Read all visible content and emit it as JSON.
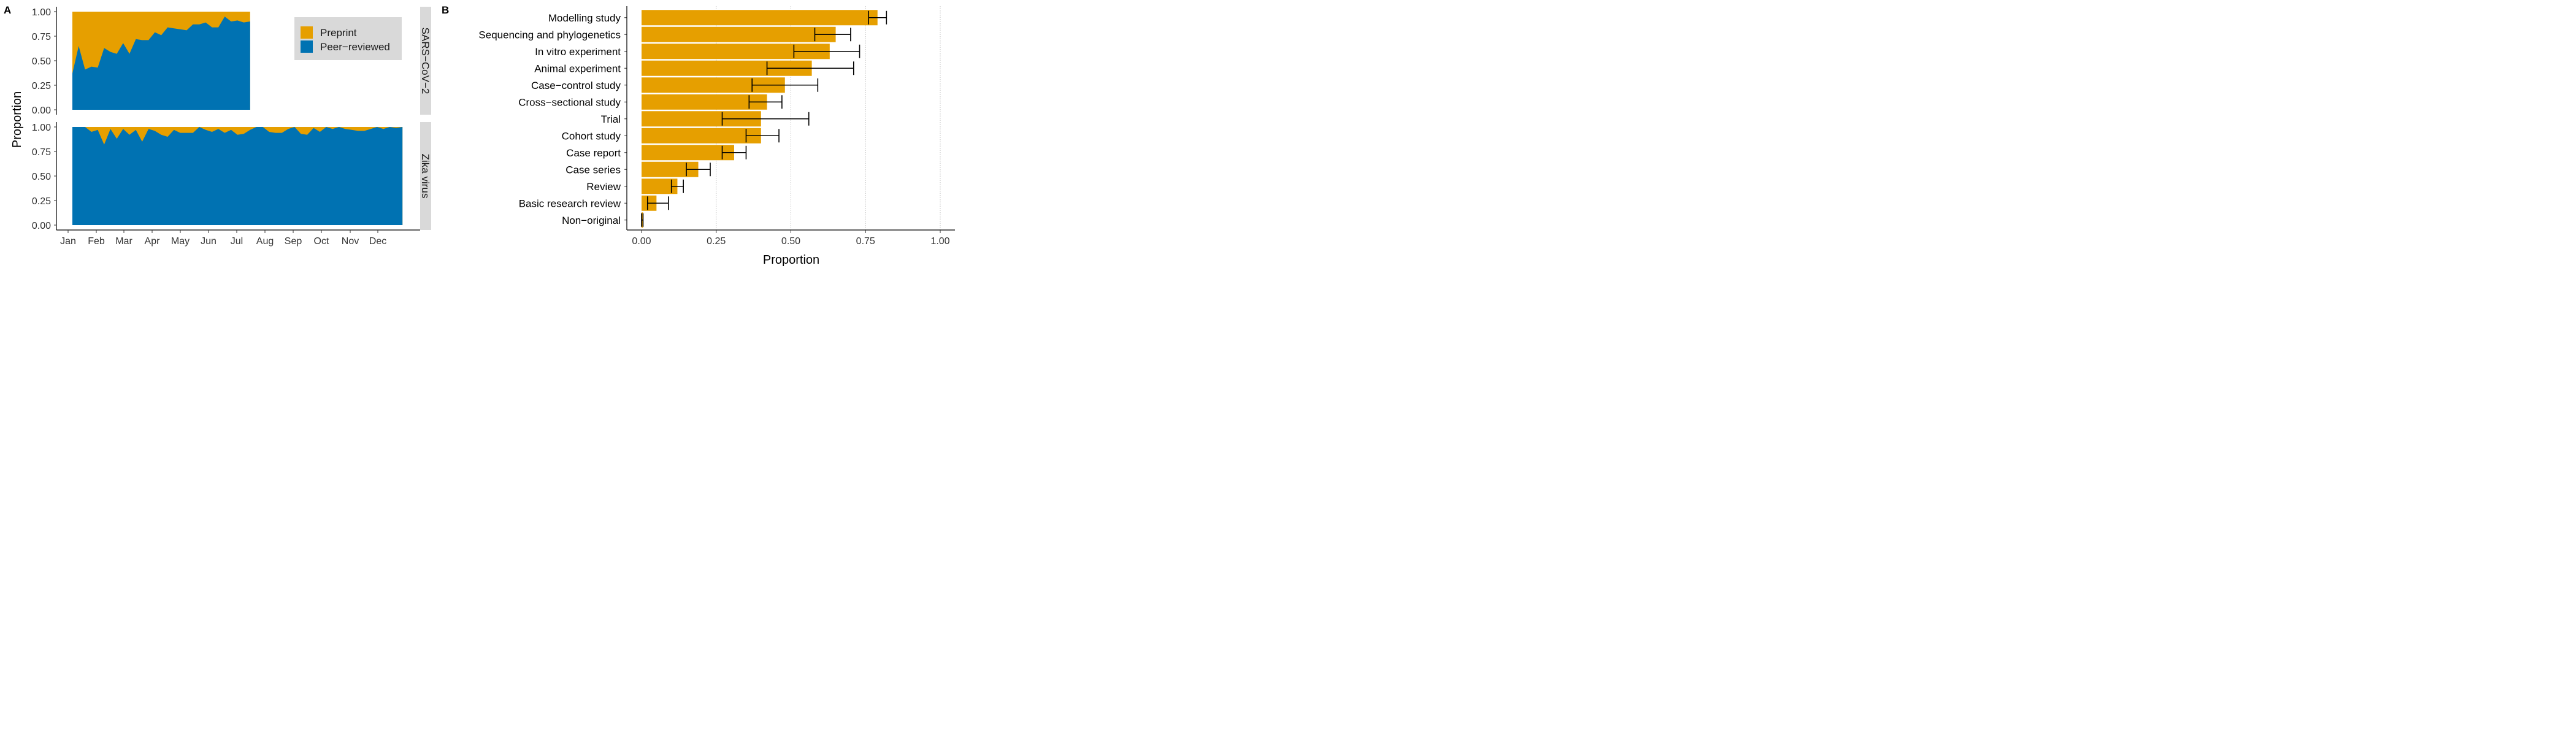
{
  "colors": {
    "preprint": "#E69F00",
    "peer_reviewed": "#0072B2",
    "strip": "#D9D9D9",
    "legend_bg": "#D9D9D9",
    "gridline": "#BDBDBD"
  },
  "chart_data": [
    {
      "type": "area",
      "panel_tag": "A",
      "ylabel": "Proportion",
      "ylim": [
        0,
        1
      ],
      "y_ticks": [
        "0.00",
        "0.25",
        "0.50",
        "0.75",
        "1.00"
      ],
      "x_ticks": [
        "Jan",
        "Feb",
        "Mar",
        "Apr",
        "May",
        "Jun",
        "Jul",
        "Aug",
        "Sep",
        "Oct",
        "Nov",
        "Dec"
      ],
      "legend": {
        "position": "top-right",
        "entries": [
          {
            "label": "Preprint",
            "color_key": "preprint"
          },
          {
            "label": "Peer−reviewed",
            "color_key": "peer_reviewed"
          }
        ]
      },
      "stacking": "Peer-reviewed share from 0 up; Preprint share fills the rest up to 1",
      "facets": [
        {
          "strip_label": "SARS−CoV−2",
          "x_week": [
            1,
            2,
            3,
            4,
            5,
            6,
            7,
            8,
            9,
            10,
            11,
            12,
            13,
            14,
            15,
            16,
            17,
            18,
            19,
            20,
            21,
            22,
            23,
            24,
            25,
            26,
            27,
            28,
            29
          ],
          "peer_reviewed": [
            0.37,
            0.65,
            0.41,
            0.44,
            0.43,
            0.63,
            0.59,
            0.57,
            0.68,
            0.57,
            0.72,
            0.71,
            0.71,
            0.79,
            0.76,
            0.84,
            0.83,
            0.82,
            0.81,
            0.87,
            0.87,
            0.89,
            0.84,
            0.84,
            0.95,
            0.9,
            0.91,
            0.89,
            0.9
          ]
        },
        {
          "strip_label": "Zika virus",
          "x_week": [
            1,
            2,
            3,
            4,
            5,
            6,
            7,
            8,
            9,
            10,
            11,
            12,
            13,
            14,
            15,
            16,
            17,
            18,
            19,
            20,
            21,
            22,
            23,
            24,
            25,
            26,
            27,
            28,
            29,
            30,
            31,
            32,
            33,
            34,
            35,
            36,
            37,
            38,
            39,
            40,
            41,
            42,
            43,
            44,
            45,
            46,
            47,
            48,
            49,
            50,
            51,
            52,
            53
          ],
          "peer_reviewed": [
            1.0,
            1.0,
            1.0,
            0.95,
            0.97,
            0.82,
            0.98,
            0.88,
            0.98,
            0.92,
            0.97,
            0.85,
            0.98,
            0.96,
            0.92,
            0.9,
            0.97,
            0.94,
            0.94,
            0.94,
            1.0,
            0.97,
            0.95,
            0.98,
            0.94,
            0.97,
            0.92,
            0.93,
            0.97,
            1.0,
            1.0,
            0.95,
            0.94,
            0.94,
            0.98,
            1.0,
            0.93,
            0.92,
            0.99,
            0.95,
            1.0,
            0.98,
            1.0,
            0.98,
            0.97,
            0.96,
            0.96,
            0.98,
            1.0,
            0.98,
            1.0,
            0.99,
            1.0
          ]
        }
      ]
    },
    {
      "type": "bar",
      "orientation": "horizontal",
      "panel_tag": "B",
      "xlabel": "Proportion",
      "xlim": [
        0,
        1
      ],
      "x_ticks": [
        "0.00",
        "0.25",
        "0.50",
        "0.75",
        "1.00"
      ],
      "grid": "vertical dotted at 0.25, 0.50, 0.75, 1.00",
      "categories": [
        "Modelling study",
        "Sequencing and phylogenetics",
        "In vitro experiment",
        "Animal experiment",
        "Case−control study",
        "Cross−sectional study",
        "Trial",
        "Cohort study",
        "Case report",
        "Case series",
        "Review",
        "Basic research review",
        "Non−original"
      ],
      "values": [
        0.79,
        0.65,
        0.63,
        0.57,
        0.48,
        0.42,
        0.4,
        0.4,
        0.31,
        0.19,
        0.12,
        0.05,
        0.005
      ],
      "error_low": [
        0.76,
        0.58,
        0.51,
        0.42,
        0.37,
        0.36,
        0.27,
        0.35,
        0.27,
        0.15,
        0.1,
        0.02,
        0.0
      ],
      "error_high": [
        0.82,
        0.7,
        0.73,
        0.71,
        0.59,
        0.47,
        0.56,
        0.46,
        0.35,
        0.23,
        0.14,
        0.09,
        0.005
      ]
    }
  ]
}
